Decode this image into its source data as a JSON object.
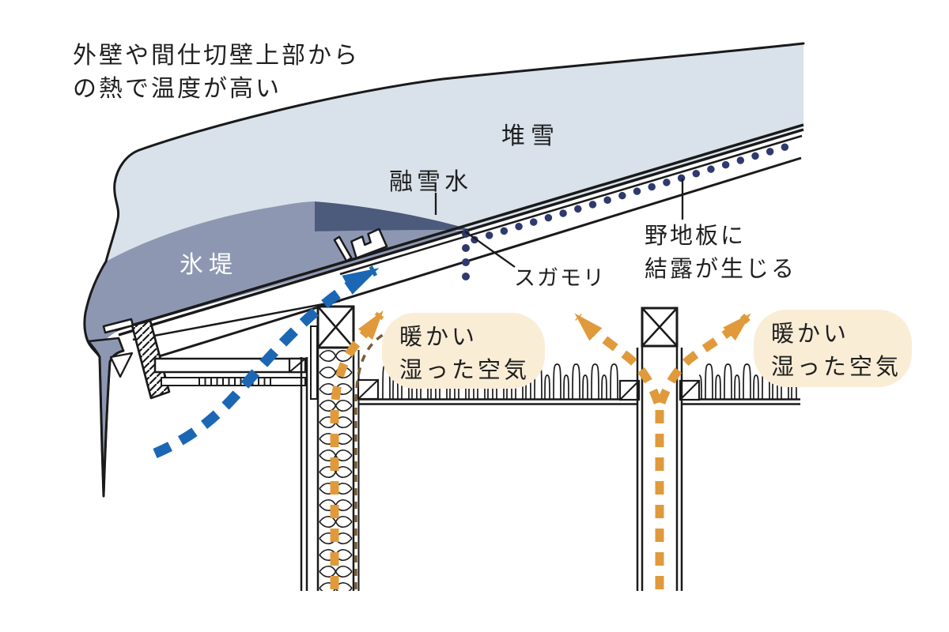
{
  "title": "Roof snow-melt / sugamori (roof leak) and condensation mechanism diagram",
  "labels": {
    "heat_note_line1": "外壁や間仕切壁上部から",
    "heat_note_line2": "の熱で温度が高い",
    "accumulated_snow": "堆雪",
    "melt_water": "融雪水",
    "ice_dam": "氷堤",
    "sugamori": "スガモリ",
    "sheathing_line1": "野地板に",
    "sheathing_line2": "結露が生じる",
    "warm_air_line1": "暖かい",
    "warm_air_line2": "湿った空気"
  },
  "colors": {
    "snow": "#D9E2EB",
    "ice_dam": "#8E97B2",
    "melt_water": "#4C5A7C",
    "condensation_dot": "#2E3A6E",
    "cold_air_arrow": "#1B67B3",
    "warm_air_arrow": "#E09A3C",
    "leak_path_line": "#7B5B33",
    "bubble_background": "#FAEDD6",
    "line": "#1A1A1A"
  }
}
